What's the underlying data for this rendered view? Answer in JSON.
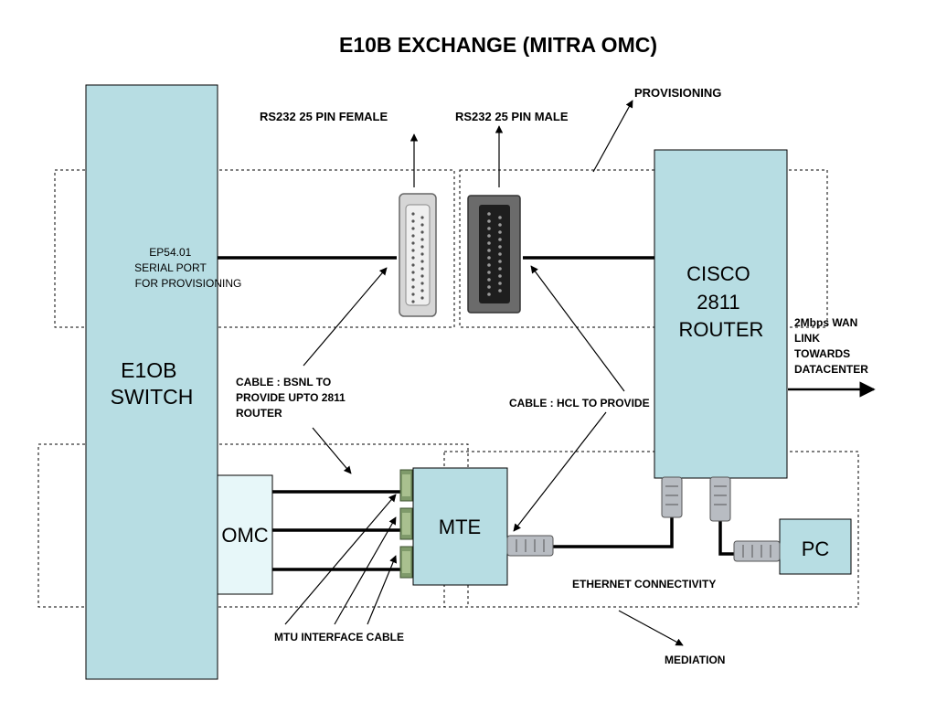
{
  "title": "E10B EXCHANGE (MITRA OMC)",
  "labels": {
    "provisioning": "PROVISIONING",
    "rs232_female": "RS232 25 PIN FEMALE",
    "rs232_male": "RS232 25 PIN MALE",
    "serial_port": [
      "EP54.01",
      "SERIAL PORT",
      "FOR PROVISIONING"
    ],
    "switch": [
      "E1OB",
      "SWITCH"
    ],
    "cable_bsnl": [
      "CABLE : BSNL TO",
      "PROVIDE UPTO 2811",
      "ROUTER"
    ],
    "cable_hcl": "CABLE : HCL TO PROVIDE",
    "router": [
      "CISCO",
      "2811",
      "ROUTER"
    ],
    "wan_link": [
      "2Mbps WAN",
      "LINK",
      "TOWARDS",
      "DATACENTER"
    ],
    "omc": "OMC",
    "mte": "MTE",
    "pc": "PC",
    "ethernet": "ETHERNET CONNECTIVITY",
    "mtu_cable": "MTU INTERFACE CABLE",
    "mediation": "MEDIATION"
  },
  "colors": {
    "box_fill": "#b7dde3",
    "omc_fill": "#e7f7f9",
    "line": "#000000"
  }
}
